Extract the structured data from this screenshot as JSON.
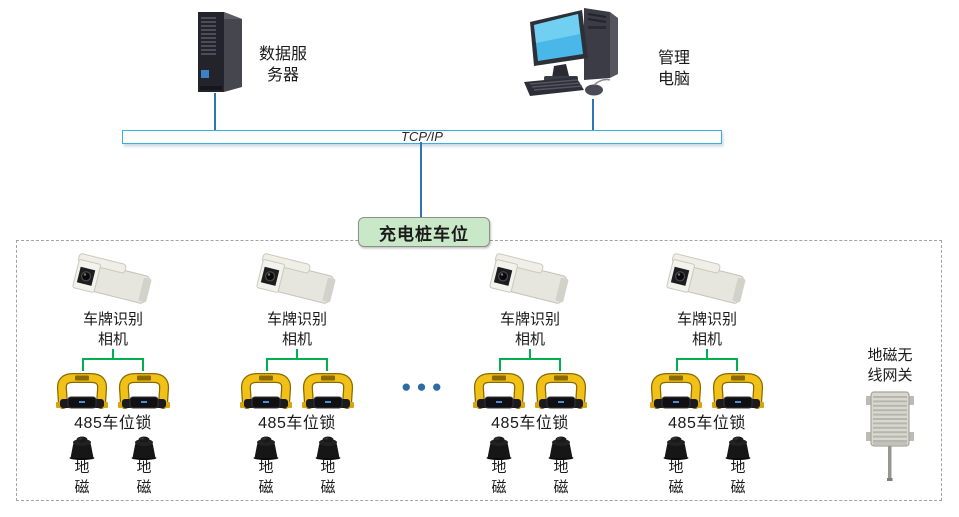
{
  "top": {
    "server": {
      "label": "数据服\n务器"
    },
    "computer": {
      "label": "管理\n电脑"
    },
    "bus_label": "TCP/IP"
  },
  "zone_label": "充电桩车位",
  "groups": [
    {
      "camera_label": "车牌识别\n相机",
      "lock_label": "485车位锁",
      "sensors": [
        {
          "label": "地\n磁"
        },
        {
          "label": "地\n磁"
        }
      ]
    },
    {
      "camera_label": "车牌识别\n相机",
      "lock_label": "485车位锁",
      "sensors": [
        {
          "label": "地\n磁"
        },
        {
          "label": "地\n磁"
        }
      ]
    },
    {
      "camera_label": "车牌识别\n相机",
      "lock_label": "485车位锁",
      "sensors": [
        {
          "label": "地\n磁"
        },
        {
          "label": "地\n磁"
        }
      ]
    },
    {
      "camera_label": "车牌识别\n相机",
      "lock_label": "485车位锁",
      "sensors": [
        {
          "label": "地\n磁"
        },
        {
          "label": "地\n磁"
        }
      ]
    }
  ],
  "ellipsis": "●●●",
  "gateway": {
    "label": "地磁无\n线网关"
  },
  "colors": {
    "connector_blue": "#2E75B6",
    "bus_border_blue": "#3FADE3",
    "branch_green": "#00B050",
    "zone_fill_green": "#C9E8C7",
    "ellipsis_blue": "#2E6DA4",
    "lock_yellow": "#F2C118"
  }
}
